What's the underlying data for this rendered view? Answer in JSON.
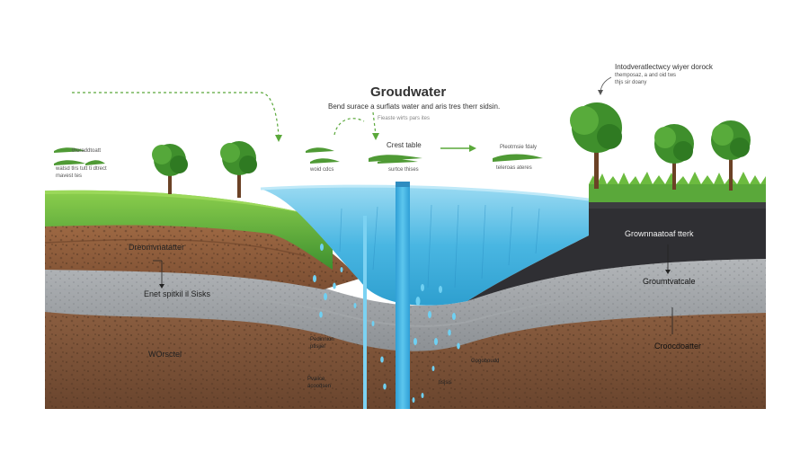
{
  "title": "Groudwater",
  "subtitle": "Bend surace a  surfiats water and aris tres therr sidsin.",
  "subtitle2": "Fieaste wirts pars ites",
  "top_right_note": [
    "Intodveratlectwcy wiyer dorock",
    "themposaz, a and oid tws",
    "thjs sir doany"
  ],
  "top_left_note": [
    "thoraddtoatt",
    "watsd tlrs tutt ti dtrect",
    "mavest tes"
  ],
  "top_mid_left_note": "woid cdcs",
  "top_center_caption": "Crest table",
  "top_center_subcap": "surtce thises",
  "top_right_label": [
    "Pleotrnsie fdaly",
    "teleroas ateres"
  ],
  "labels": {
    "dreamwater": "Dreomvnatatter",
    "sediments": "Enet spitkil il Sisks",
    "worsctel": "WOrsctel",
    "center_small_1": [
      "Pedinnion",
      "ptisjiel"
    ],
    "center_small_2": [
      "Pvaiice",
      "acoodsen"
    ],
    "gogobourd": "Gogoboudd",
    "sisjs": "tisjsis",
    "right_dark": "Grownnaatoaf tterk",
    "right_grey": "Groumtvatcale",
    "right_brown": "Croocdoatter"
  },
  "colors": {
    "grass": "#5aa83a",
    "grass_light": "#8ccf4d",
    "topsoil": "#8a5a3a",
    "gravel": "#9a9ea2",
    "bedrock_brown": "#7a5238",
    "water": "#48b9e4",
    "dark_layer": "#2f2f33"
  }
}
